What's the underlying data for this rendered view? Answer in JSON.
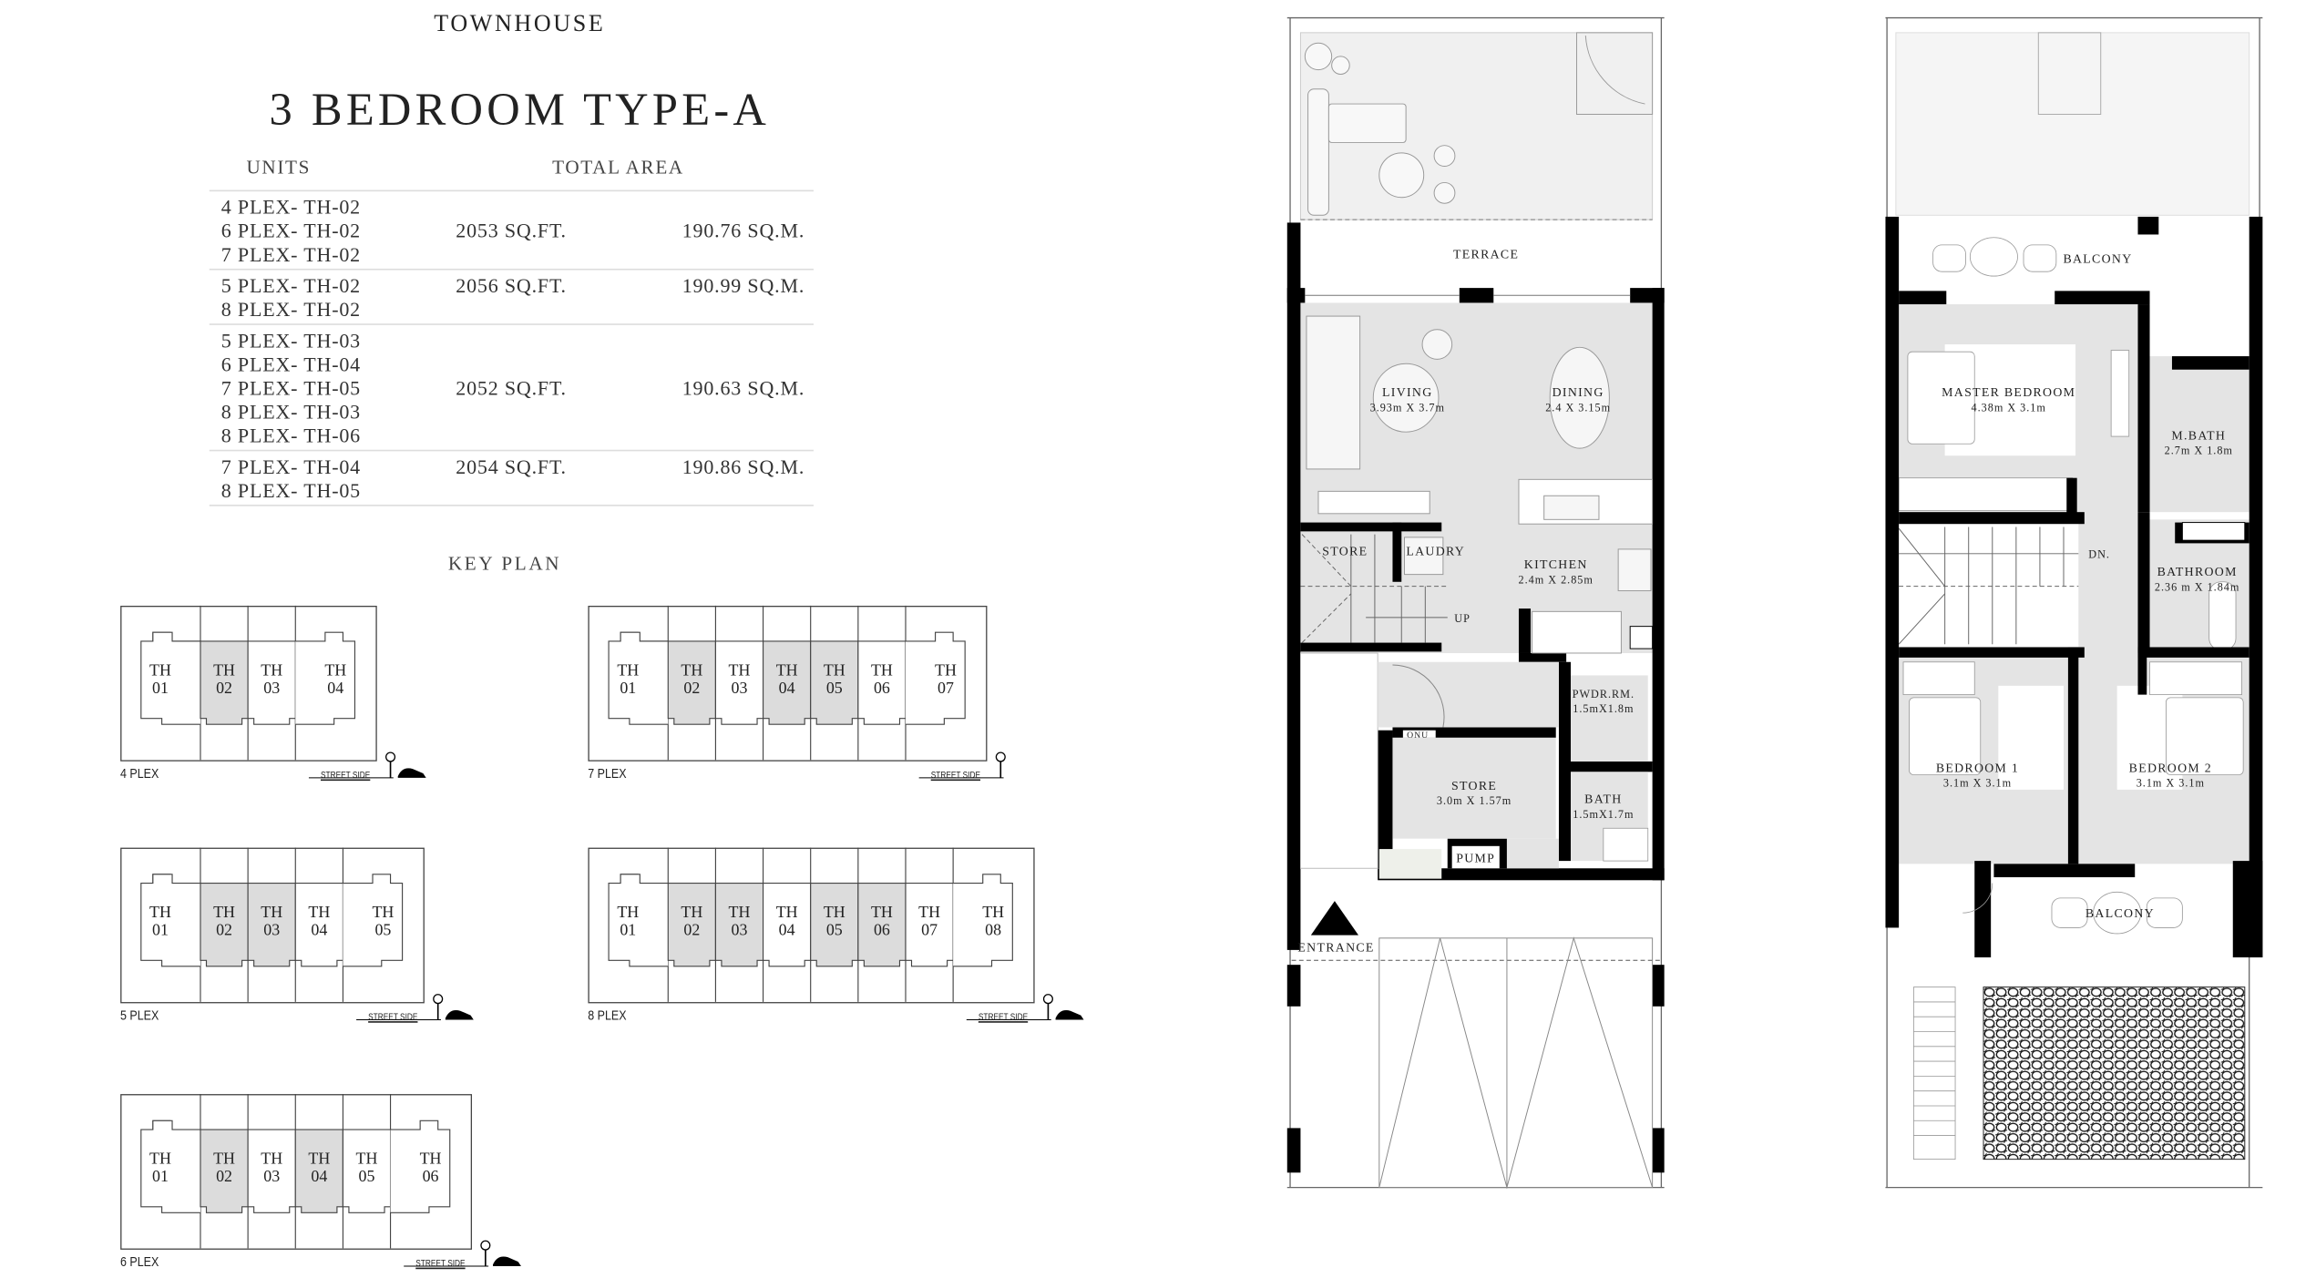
{
  "header": {
    "category": "TOWNHOUSE",
    "title": "3 BEDROOM TYPE-A"
  },
  "table": {
    "headers": {
      "units": "UNITS",
      "total_area": "TOTAL AREA"
    },
    "rows": [
      {
        "units": [
          "4 PLEX- TH-02",
          "6 PLEX- TH-02",
          "7 PLEX- TH-02"
        ],
        "sqft": "2053 SQ.FT.",
        "sqm": "190.76 SQ.M."
      },
      {
        "units": [
          "5 PLEX- TH-02",
          "8 PLEX- TH-02"
        ],
        "sqft": "2056 SQ.FT.",
        "sqm": "190.99 SQ.M."
      },
      {
        "units": [
          "5 PLEX- TH-03",
          "6 PLEX- TH-04",
          "7 PLEX- TH-05",
          "8 PLEX- TH-03",
          "8 PLEX- TH-06"
        ],
        "sqft": "2052 SQ.FT.",
        "sqm": "190.63 SQ.M."
      },
      {
        "units": [
          "7 PLEX- TH-04",
          "8 PLEX- TH-05"
        ],
        "sqft": "2054 SQ.FT.",
        "sqm": "190.86 SQ.M."
      }
    ]
  },
  "key_plan": {
    "title": "KEY PLAN",
    "street_side": "STREET SIDE",
    "plexes": [
      {
        "label": "4 PLEX",
        "units": [
          "01",
          "02",
          "03",
          "04"
        ],
        "highlighted": [
          "02"
        ]
      },
      {
        "label": "7 PLEX",
        "units": [
          "01",
          "02",
          "03",
          "04",
          "05",
          "06",
          "07"
        ],
        "highlighted": [
          "02",
          "04",
          "05"
        ]
      },
      {
        "label": "5 PLEX",
        "units": [
          "01",
          "02",
          "03",
          "04",
          "05"
        ],
        "highlighted": [
          "02",
          "03"
        ]
      },
      {
        "label": "8 PLEX",
        "units": [
          "01",
          "02",
          "03",
          "04",
          "05",
          "06",
          "07",
          "08"
        ],
        "highlighted": [
          "02",
          "03",
          "05",
          "06"
        ]
      },
      {
        "label": "6 PLEX",
        "units": [
          "01",
          "02",
          "03",
          "04",
          "05",
          "06"
        ],
        "highlighted": [
          "02",
          "04"
        ]
      }
    ],
    "unit_prefix": "TH"
  },
  "ground_floor": {
    "terrace": "TERRACE",
    "living": {
      "name": "LIVING",
      "size": "3.93m X 3.7m"
    },
    "dining": {
      "name": "DINING",
      "size": "2.4 X 3.15m"
    },
    "kitchen": {
      "name": "KITCHEN",
      "size": "2.4m X 2.85m"
    },
    "store_small": "STORE",
    "laundry": "LAUDRY",
    "up": "UP",
    "powder_room": {
      "name": "PWDR.RM.",
      "size": "1.5mX1.8m"
    },
    "onu": "ONU",
    "store": {
      "name": "STORE",
      "size": "3.0m X 1.57m"
    },
    "bath": {
      "name": "BATH",
      "size": "1.5mX1.7m"
    },
    "pump": "PUMP",
    "entrance": "ENTRANCE"
  },
  "upper_floor": {
    "balcony_top": "BALCONY",
    "master_bedroom": {
      "name": "MASTER BEDROOM",
      "size": "4.38m X 3.1m"
    },
    "master_bath": {
      "name": "M.BATH",
      "size": "2.7m X 1.8m"
    },
    "down": "DN.",
    "bathroom": {
      "name": "BATHROOM",
      "size": "2.36 m X 1.84m"
    },
    "bedroom1": {
      "name": "BEDROOM 1",
      "size": "3.1m X 3.1m"
    },
    "bedroom2": {
      "name": "BEDROOM 2",
      "size": "3.1m X 3.1m"
    },
    "balcony_bottom": "BALCONY"
  },
  "colors": {
    "highlight": "#dcdcdc",
    "room_fill": "#e4e4e4",
    "terrace_fill": "#f0f0f0",
    "wall": "#000000",
    "line": "#555555"
  }
}
